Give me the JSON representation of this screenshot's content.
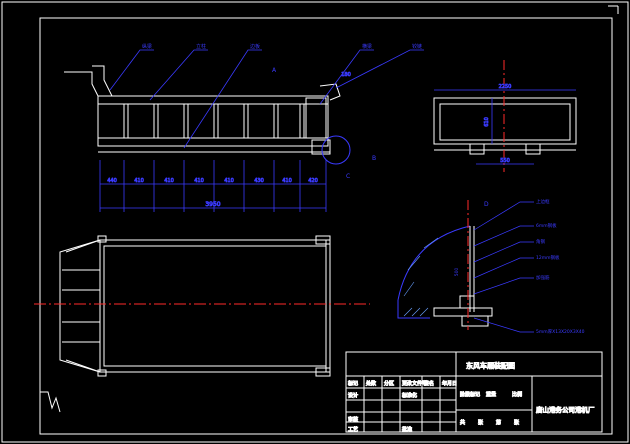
{
  "colors": {
    "background": "#000000",
    "frame": "#ffffff",
    "geometry": "#ffffff",
    "dimension": "#3a3aff",
    "center_line": "#ff2a2a",
    "hatch": "#6aa0ff"
  },
  "dimensions": {
    "total_length": "3950",
    "bay_spacing": [
      "440",
      "410",
      "410",
      "410",
      "410",
      "430",
      "410",
      "420"
    ],
    "side_top_small": "180",
    "end_view_width": "2250",
    "end_view_height": "610",
    "end_view_base": "550",
    "section_height": "500"
  },
  "callouts": {
    "main": [
      "纵梁",
      "立柱",
      "边板",
      "横梁",
      "铰链"
    ],
    "section": [
      "上边框",
      "6mm钢板",
      "角钢",
      "12mm钢板",
      "加强筋",
      "5mm厚X13X20X3X40"
    ]
  },
  "markers": {
    "section_A": "A",
    "section_B": "B",
    "section_C": "C",
    "section_D": "D"
  },
  "title_block": {
    "drawing_title": "东风车厢装配图",
    "rows": [
      [
        "标记",
        "处数",
        "分区",
        "更改文件号",
        "签名",
        "年月日"
      ],
      [
        "设计",
        "",
        "",
        "标准化",
        "",
        ""
      ],
      [
        "",
        "",
        "",
        "",
        "",
        ""
      ],
      [
        "审核",
        "",
        "",
        "",
        "",
        ""
      ],
      [
        "工艺",
        "",
        "",
        "批准",
        "",
        ""
      ]
    ],
    "stage_labels": [
      "阶段标记",
      "重量",
      "比例"
    ],
    "sheet_labels": [
      "共",
      "张",
      "第",
      "张"
    ],
    "company": "唐山港务公司港机厂"
  }
}
